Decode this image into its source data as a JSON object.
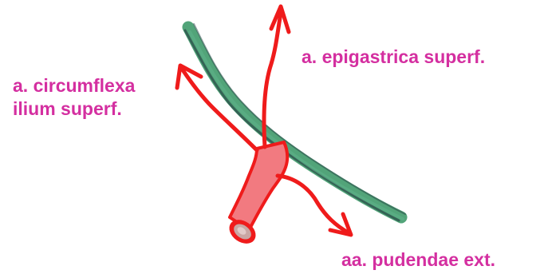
{
  "colors": {
    "label_magenta": "#d42fa0",
    "artery_red": "#ef1b1b",
    "artery_fill": "#f27a80",
    "vessel_green": "#3f9a6a",
    "vessel_dark": "#2b4d4a",
    "stump_fill": "#c9a7a4"
  },
  "labels": {
    "epigastrica": "a. epigastrica superf.",
    "circumflexa_line1": "a. circumflexa",
    "circumflexa_line2": "ilium superf.",
    "pudendae": "aa. pudendae ext."
  }
}
